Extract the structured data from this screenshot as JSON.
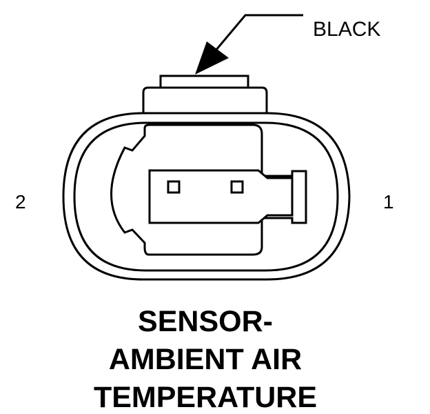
{
  "connector": {
    "color_label": "BLACK",
    "pins": [
      "2",
      "1"
    ]
  },
  "title": {
    "lines": [
      "SENSOR-",
      "AMBIENT AIR",
      "TEMPERATURE"
    ]
  },
  "colors": {
    "ink": "#000000",
    "background": "#ffffff"
  }
}
